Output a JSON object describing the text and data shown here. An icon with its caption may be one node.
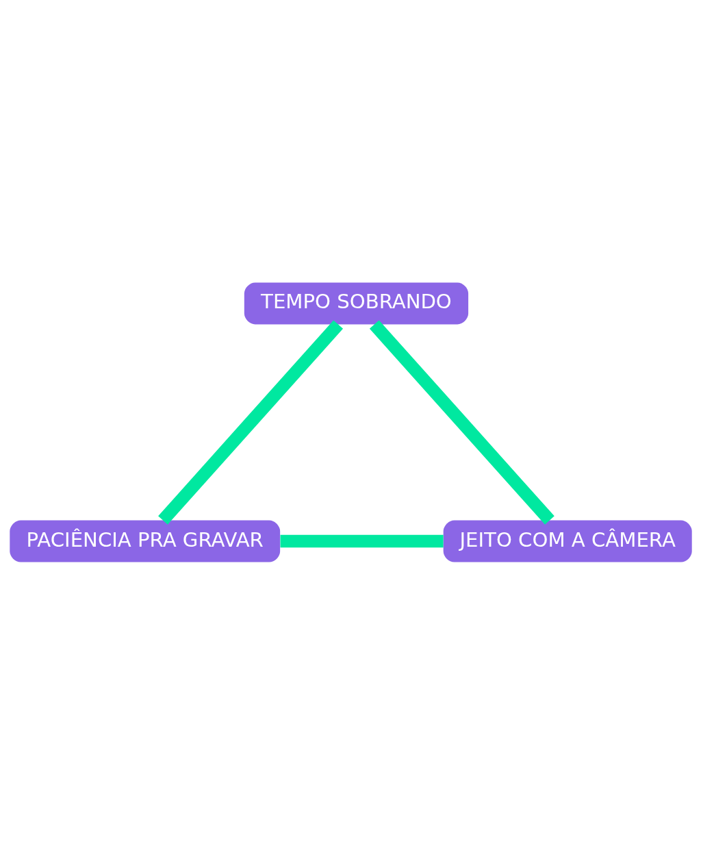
{
  "diagram": {
    "nodes": [
      {
        "text": [
          "TEMPO SOBRANDO"
        ]
      },
      {
        "text": [
          "PACIÊNCIA PRA GRAVAR"
        ]
      },
      {
        "text": [
          "JEITO COM A CÂMERA"
        ]
      }
    ],
    "edges": [
      {
        "from": 0,
        "to": 1,
        "arrow": "none"
      },
      {
        "from": 0,
        "to": 2,
        "arrow": "none"
      },
      {
        "from": 1,
        "to": 2,
        "arrow": "none"
      }
    ]
  }
}
